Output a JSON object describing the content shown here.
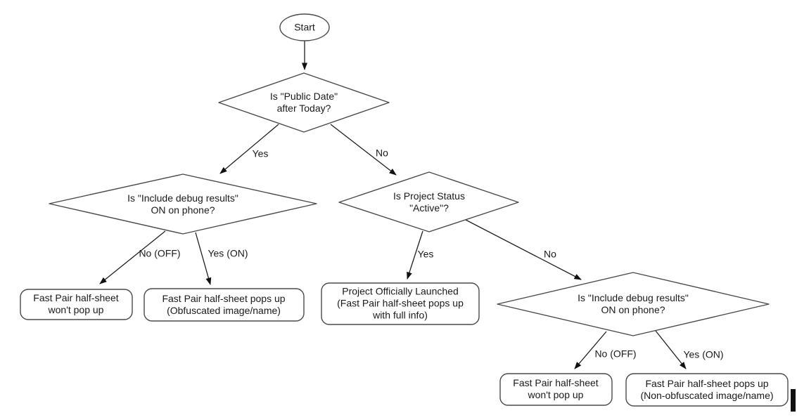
{
  "canvas": {
    "background_color": "#ffffff",
    "shape_stroke_color": "#4a4a4a",
    "edge_color": "#1f1f1f",
    "text_color": "#1a1a1a"
  },
  "flowchart": {
    "nodes": {
      "start": {
        "type": "ellipse",
        "label": "Start"
      },
      "d1": {
        "type": "decision",
        "label": "Is \"Public Date\"\nafter Today?"
      },
      "d2": {
        "type": "decision",
        "label": "Is \"Include debug results\"\nON on phone?"
      },
      "d3": {
        "type": "decision",
        "label": "Is Project Status\n\"Active\"?"
      },
      "d4": {
        "type": "decision",
        "label": "Is \"Include debug results\"\nON on phone?"
      },
      "b1": {
        "type": "terminal",
        "label": "Fast Pair half-sheet\nwon't pop up"
      },
      "b2": {
        "type": "terminal",
        "label": "Fast Pair half-sheet pops up\n(Obfuscated image/name)"
      },
      "b3": {
        "type": "terminal",
        "label": "Project Officially Launched\n(Fast Pair half-sheet pops up\nwith full info)"
      },
      "b4": {
        "type": "terminal",
        "label": "Fast Pair half-sheet\nwon't pop up"
      },
      "b5": {
        "type": "terminal",
        "label": "Fast Pair half-sheet pops up\n(Non-obfuscated image/name)"
      }
    },
    "edge_labels": {
      "d1_yes": "Yes",
      "d1_no": "No",
      "d2_no": "No (OFF)",
      "d2_yes": "Yes (ON)",
      "d3_yes": "Yes",
      "d3_no": "No",
      "d4_no": "No (OFF)",
      "d4_yes": "Yes (ON)"
    }
  }
}
